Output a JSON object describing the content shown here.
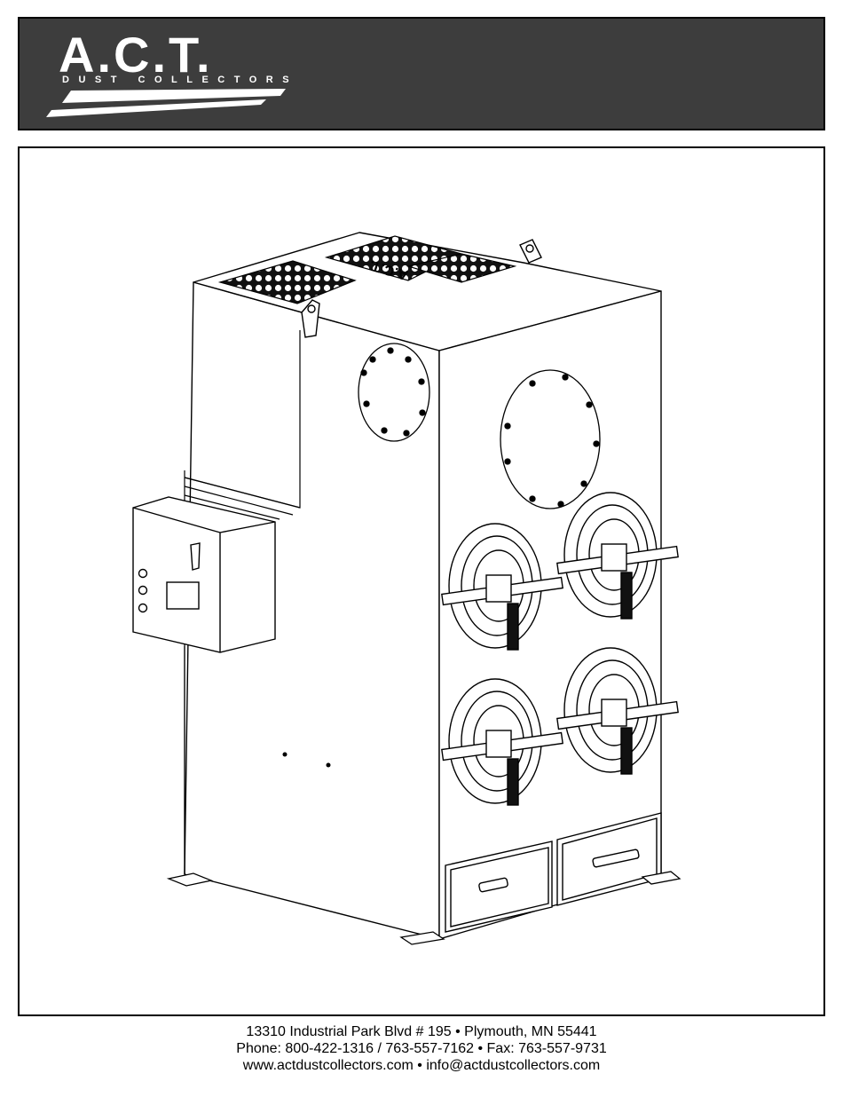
{
  "header": {
    "logo_title": "A.C.T.",
    "logo_subtitle": "DUST COLLECTORS",
    "band_color": "#3d3d3d"
  },
  "illustration": {
    "top_panel_mark": "A.C.T."
  },
  "footer": {
    "address": "13310 Industrial Park Blvd # 195 • Plymouth, MN 55441",
    "phone": "Phone: 800-422-1316 / 763-557-7162 • Fax: 763-557-9731",
    "web": "www.actdustcollectors.com • info@actdustcollectors.com"
  }
}
